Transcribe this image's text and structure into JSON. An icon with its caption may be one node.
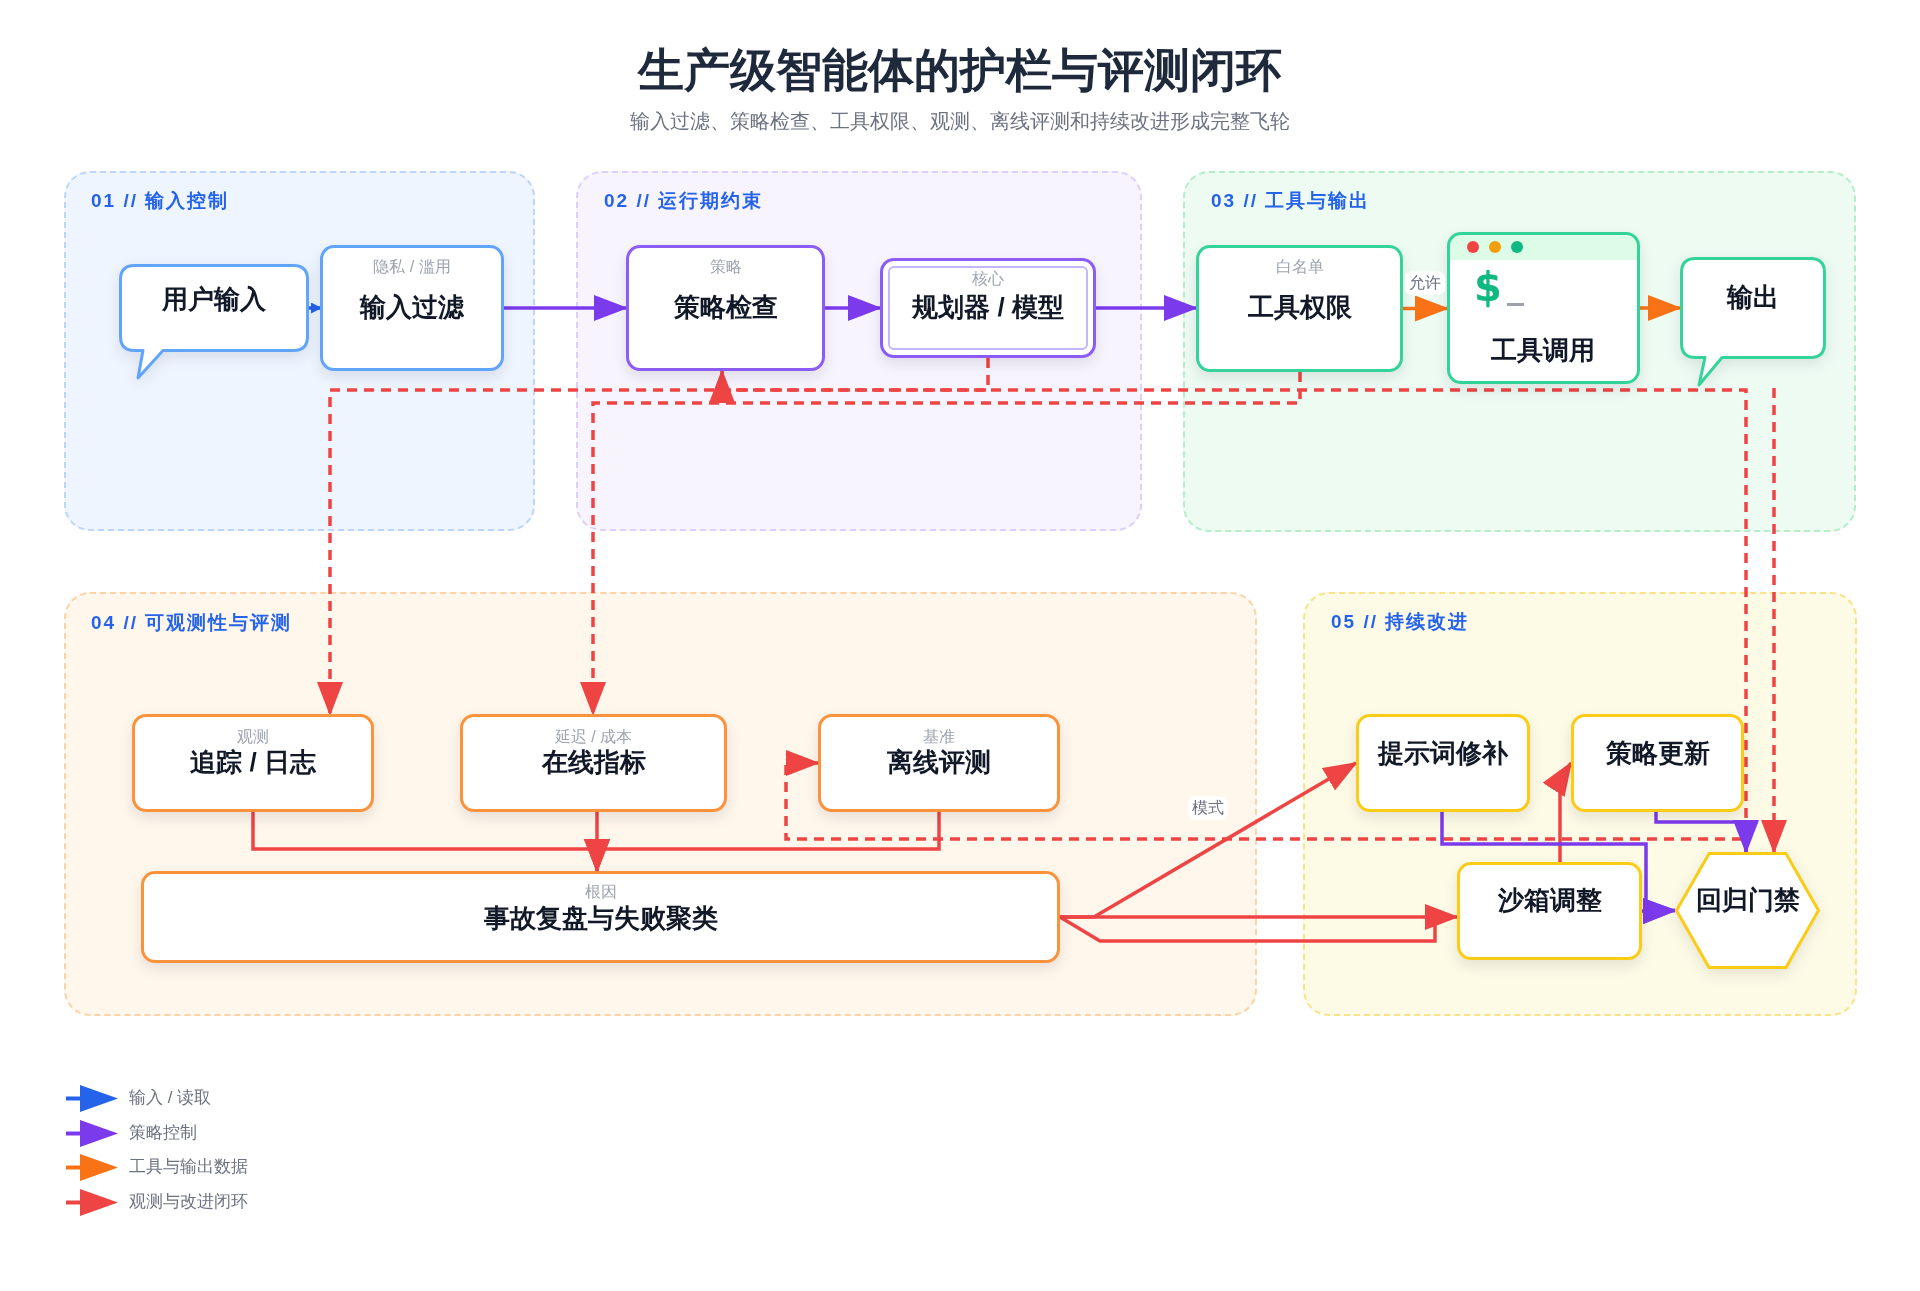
{
  "diagram": {
    "title": "生产级智能体的护栏与评测闭环",
    "nodes": [
      {
        "text": [
          "01 // 输入控制"
        ]
      },
      {
        "text": [
          "用户输入"
        ],
        "in": 0
      },
      {
        "text": [
          "隐私 / 滥用",
          "输入过滤"
        ],
        "in": 0
      },
      {
        "text": [
          "02 // 运行期约束"
        ]
      },
      {
        "text": [
          "策略",
          "策略检查"
        ],
        "in": 3
      },
      {
        "text": [
          "核心",
          "规划器 / 模型"
        ],
        "in": 3
      },
      {
        "text": [
          "03 // 工具与输出"
        ]
      },
      {
        "text": [
          "白名单",
          "工具权限"
        ],
        "in": 6
      },
      {
        "text": [
          "$",
          "工具调用"
        ],
        "in": 6
      },
      {
        "text": [
          "输出"
        ],
        "in": 6
      },
      {
        "text": [
          "04 // 可观测性与评测"
        ]
      },
      {
        "text": [
          "观测",
          "追踪 / 日志"
        ],
        "in": 10
      },
      {
        "text": [
          "延迟 / 成本",
          "在线指标"
        ],
        "in": 10
      },
      {
        "text": [
          "基准",
          "离线评测"
        ],
        "in": 10
      },
      {
        "text": [
          "根因",
          "事故复盘与失败聚类"
        ],
        "in": 10
      },
      {
        "text": [
          "05 // 持续改进"
        ]
      },
      {
        "text": [
          "提示词修补"
        ],
        "in": 15
      },
      {
        "text": [
          "策略更新"
        ],
        "in": 15
      },
      {
        "text": [
          "沙箱调整"
        ],
        "in": 15
      },
      {
        "text": [
          "回归门禁"
        ],
        "in": 15
      }
    ],
    "edges": [
      {
        "from": 1,
        "to": 2,
        "arrow": "to",
        "color": "#2563eb"
      },
      {
        "from": 2,
        "to": 4,
        "arrow": "to",
        "color": "#7c3aed"
      },
      {
        "from": 4,
        "to": 5,
        "arrow": "to",
        "color": "#7c3aed"
      },
      {
        "from": 5,
        "to": 7,
        "arrow": "to",
        "color": "#7c3aed"
      },
      {
        "from": 7,
        "to": 8,
        "arrow": "to",
        "label": "允许",
        "color": "#f97316"
      },
      {
        "from": 8,
        "to": 9,
        "arrow": "to",
        "color": "#f97316"
      },
      {
        "from": 5,
        "to": 11,
        "arrow": "to",
        "style": "dashed"
      },
      {
        "from": 7,
        "to": 12,
        "arrow": "to",
        "style": "dashed"
      },
      {
        "from": 19,
        "to": 4,
        "arrow": "to",
        "style": "dashed"
      },
      {
        "from": 19,
        "to": 13,
        "arrow": "to",
        "style": "dashed"
      },
      {
        "from": 9,
        "to": 19,
        "arrow": "to",
        "style": "dashed"
      },
      {
        "from": 11,
        "to": 14,
        "arrow": "to"
      },
      {
        "from": 12,
        "to": 14,
        "arrow": "to"
      },
      {
        "from": 13,
        "to": 14,
        "arrow": "to"
      },
      {
        "from": 14,
        "to": 16,
        "arrow": "to",
        "label": "模式"
      },
      {
        "from": 14,
        "to": 18,
        "arrow": "to"
      },
      {
        "from": 18,
        "to": 17,
        "arrow": "to"
      },
      {
        "from": 16,
        "to": 19,
        "arrow": "to",
        "color": "#7c3aed"
      },
      {
        "from": 18,
        "to": 19,
        "arrow": "to",
        "color": "#7c3aed"
      },
      {
        "from": 17,
        "to": 19,
        "arrow": "to",
        "color": "#7c3aed"
      }
    ],
    "labels": [
      "输入过滤、策略检查、工具权限、观测、离线评测和持续改进形成完整飞轮"
    ],
    "legend": [
      {
        "text": "输入 / 读取"
      },
      {
        "text": "策略控制"
      },
      {
        "text": "工具与输出数据"
      },
      {
        "text": "观测与改进闭环"
      }
    ]
  }
}
